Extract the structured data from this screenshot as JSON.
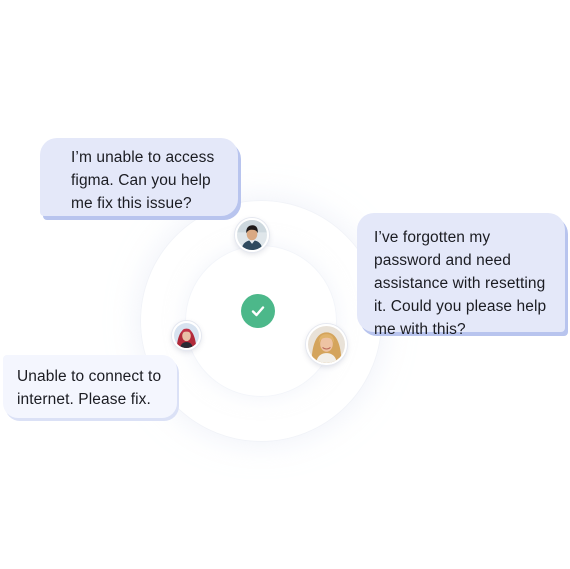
{
  "messages": [
    {
      "lines": [
        "I’m unable to access",
        "figma. Can you help",
        "me fix this issue?"
      ]
    },
    {
      "lines": [
        "I’ve forgotten my",
        "password and need",
        "assistance with resetting",
        "it. Could you please help",
        "me with this?"
      ]
    },
    {
      "lines": [
        "Unable to connect to",
        "internet. Please fix."
      ]
    }
  ],
  "icons": {
    "status": "check-icon",
    "avatars": [
      "avatar-man-dark-hair",
      "avatar-woman-red-hair",
      "avatar-woman-blonde-hair"
    ]
  },
  "colors": {
    "bubble_primary": "#e4e8f9",
    "bubble_primary_shadow": "#b8c4ee",
    "bubble_secondary": "#f4f6fe",
    "success": "#4cb88a"
  }
}
